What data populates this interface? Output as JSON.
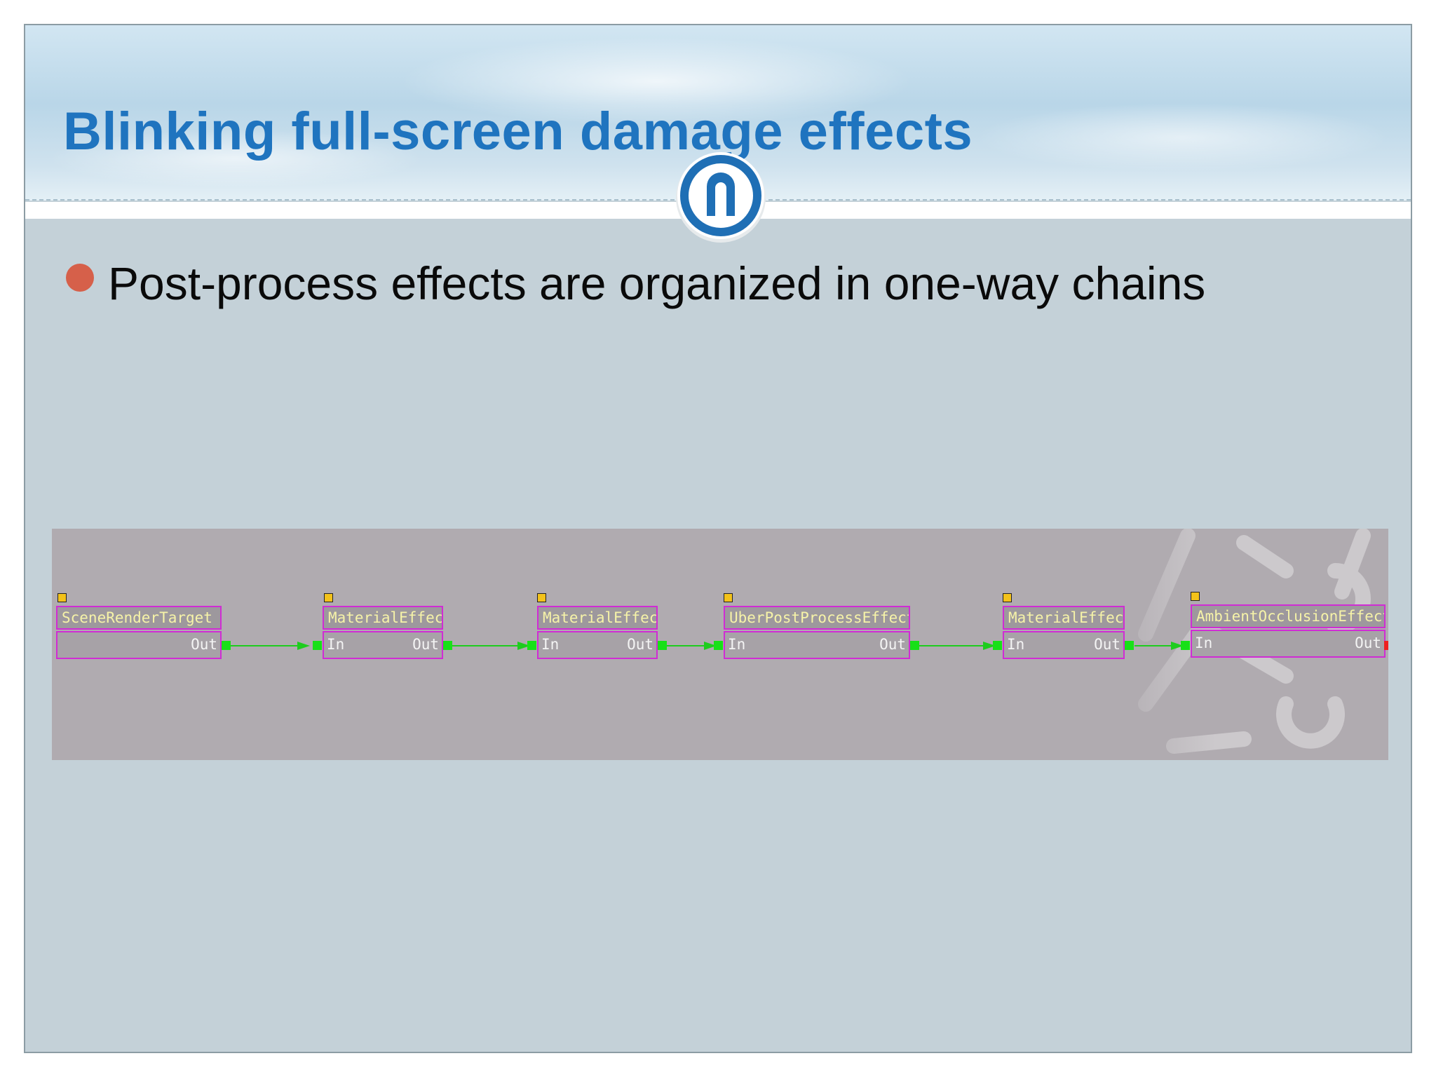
{
  "slide": {
    "title": "Blinking full-screen damage effects",
    "logo_icon": "circled-n-logo",
    "bullets": [
      {
        "text": "Post-process effects are organized in one-way chains"
      }
    ]
  },
  "diagram": {
    "nodes": [
      {
        "title": "SceneRenderTarget",
        "in": "",
        "out": "Out"
      },
      {
        "title": "MaterialEffect",
        "in": "In",
        "out": "Out"
      },
      {
        "title": "MaterialEffect",
        "in": "In",
        "out": "Out"
      },
      {
        "title": "UberPostProcessEffect",
        "in": "In",
        "out": "Out"
      },
      {
        "title": "MaterialEffect",
        "in": "In",
        "out": "Out"
      },
      {
        "title": "AmbientOcclusionEffect",
        "in": "In",
        "out": "Out"
      }
    ]
  },
  "colors": {
    "title": "#1f74bf",
    "bullet": "#d6604a",
    "node_border": "#d02cd4",
    "node_title_text": "#f6f3a8",
    "connector": "#18e018",
    "wire": "#1ecc1e",
    "handle": "#f3c21a",
    "terminal_connector": "#ee2020"
  }
}
